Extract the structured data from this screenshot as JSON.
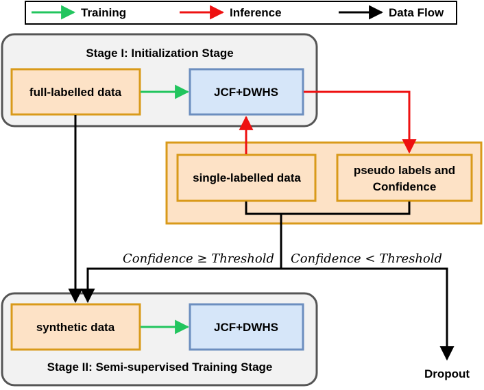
{
  "legend": {
    "training": "Training",
    "inference": "Inference",
    "data_flow": "Data Flow"
  },
  "stage1": {
    "title": "Stage I: Initialization Stage",
    "full_labelled": "full-labelled data",
    "model": "JCF+DWHS"
  },
  "middle": {
    "single_labelled": "single-labelled data",
    "pseudo_line1": "pseudo labels and",
    "pseudo_line2": "Confidence"
  },
  "conditions": {
    "above": "Confidence ≥ Threshold",
    "below": "Confidence < Threshold"
  },
  "stage2": {
    "title": "Stage II: Semi-supervised Training Stage",
    "synthetic": "synthetic data",
    "model": "JCF+DWHS"
  },
  "dropout": "Dropout",
  "colors": {
    "training": "#22c55e",
    "inference": "#ee1111",
    "data_flow": "#000000",
    "stage_bg": "#f2f2f2",
    "stage_border": "#555555",
    "orange_fill": "#fde2c6",
    "orange_border": "#d99a1a",
    "blue_fill": "#d6e6f9",
    "blue_border": "#6c8ebf"
  }
}
